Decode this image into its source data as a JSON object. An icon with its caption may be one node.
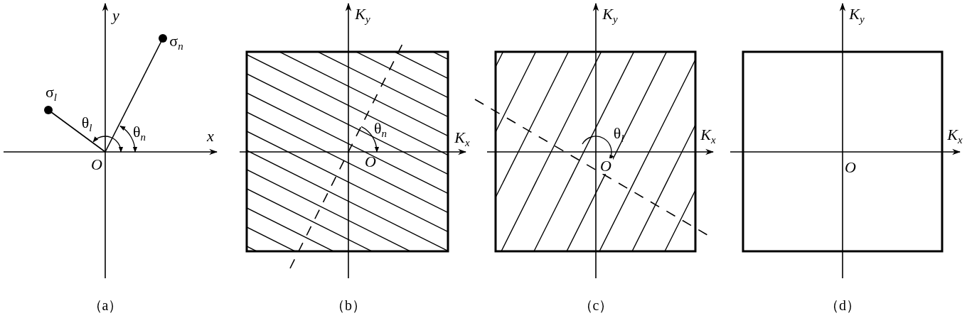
{
  "diagram": {
    "labels": [
      "y",
      "σ$_{n}$",
      "σ$_{l}$",
      "θ$_{l}$",
      "θ$_{n}$",
      "x",
      "O",
      "K$_{y}$",
      "θ$_{n}$",
      "K$_{x}$",
      "O",
      "K$_{y}$",
      "θ$_{l}$",
      "K$_{x}$",
      "O",
      "K$_{y}$",
      "K$_{x}$",
      "O",
      "（a）",
      "（b）",
      "（c）",
      "（d）"
    ]
  }
}
